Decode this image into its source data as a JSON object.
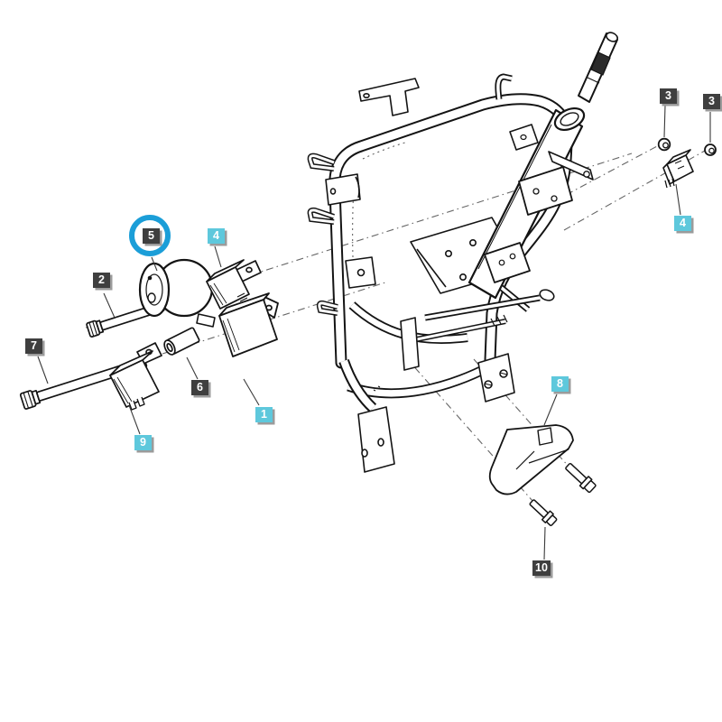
{
  "diagram": {
    "description": "Exploded parts diagram - steering column support frame with relays, horn, bolts and brackets",
    "background_color": "#ffffff",
    "line_color": "#141414",
    "label_text_color": "#ffffff",
    "label_dark_bg": "#3f3f3f",
    "label_cyan_bg": "#5ec8dc",
    "label_shadow_color": "#9b9b9b",
    "highlight_ring_color": "#1b9ed8",
    "selected_part": "5",
    "labels": [
      {
        "id": "part-2",
        "text": "2",
        "style": "dark",
        "highlighted": false
      },
      {
        "id": "part-5",
        "text": "5",
        "style": "dark",
        "highlighted": true
      },
      {
        "id": "part-4-left",
        "text": "4",
        "style": "cyan",
        "highlighted": false
      },
      {
        "id": "part-7",
        "text": "7",
        "style": "dark",
        "highlighted": false
      },
      {
        "id": "part-6",
        "text": "6",
        "style": "dark",
        "highlighted": false
      },
      {
        "id": "part-9",
        "text": "9",
        "style": "cyan",
        "highlighted": false
      },
      {
        "id": "part-1",
        "text": "1",
        "style": "cyan",
        "highlighted": false
      },
      {
        "id": "part-3-a",
        "text": "3",
        "style": "dark",
        "highlighted": false
      },
      {
        "id": "part-3-b",
        "text": "3",
        "style": "dark",
        "highlighted": false
      },
      {
        "id": "part-4-right",
        "text": "4",
        "style": "cyan",
        "highlighted": false
      },
      {
        "id": "part-8",
        "text": "8",
        "style": "cyan",
        "highlighted": false
      },
      {
        "id": "part-10",
        "text": "10",
        "style": "dark",
        "highlighted": false
      }
    ]
  }
}
